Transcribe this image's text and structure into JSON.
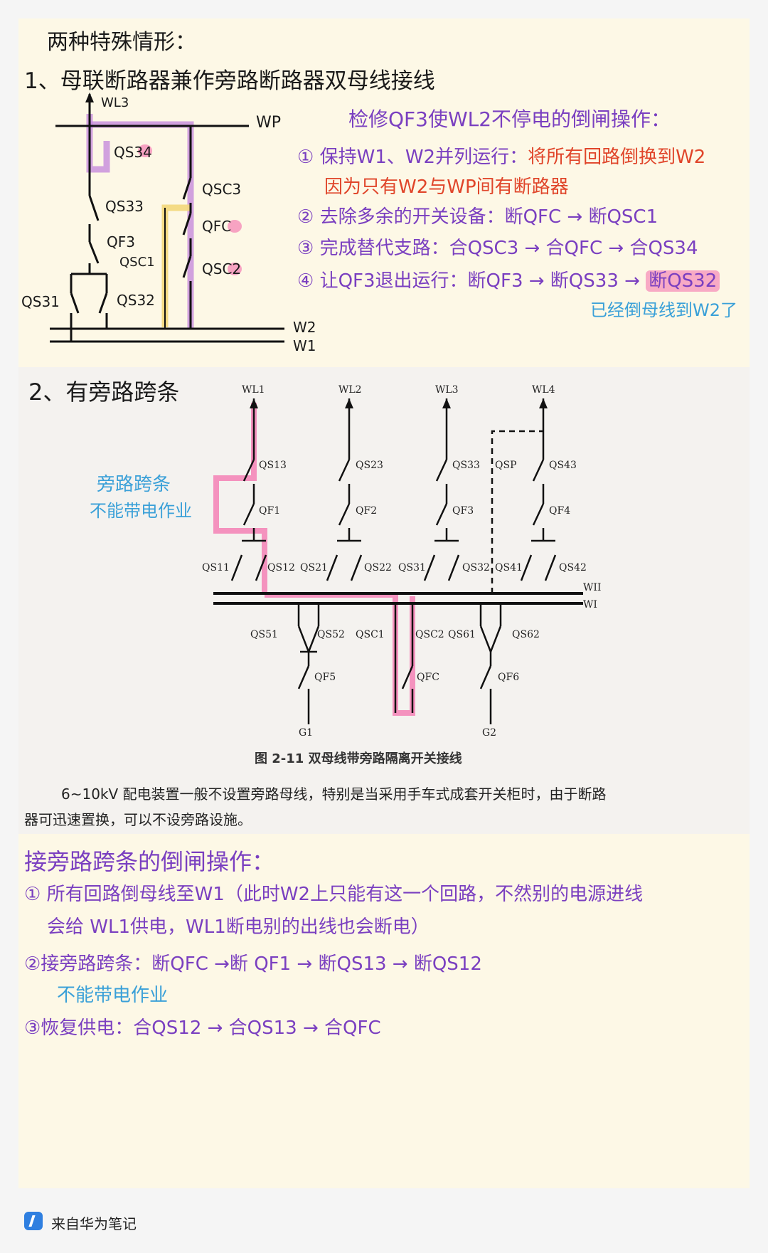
{
  "title": "两种特殊情形：",
  "section1": {
    "heading": "1、母联断路器兼作旁路断路器双母线接线",
    "labels": {
      "wl3": "WL3",
      "wp": "WP",
      "qs34": "QS34",
      "qs33": "QS33",
      "qf3": "QF3",
      "qsc1": "QSC1",
      "qsc3": "QSC3",
      "qfc": "QFC",
      "qsc2": "QSC2",
      "qs31": "QS31",
      "qs32": "QS32",
      "w2": "W2",
      "w1": "W1"
    },
    "notes_title": "检修QF3使WL2不停电的倒闸操作：",
    "step1_a": "① 保持W1、W2并列运行：",
    "step1_b": "将所有回路倒换到W2",
    "step1_c": "因为只有W2与WP间有断路器",
    "step2": "② 去除多余的开关设备：断QFC → 断QSC1",
    "step3": "③ 完成替代支路：合QSC3 → 合QFC → 合QS34",
    "step4_a": "④ 让QF3退出运行：断QF3 → 断QS33 →",
    "step4_b": "断QS32",
    "step4_note": "已经倒母线到W2了"
  },
  "section2": {
    "heading": "2、有旁路跨条",
    "annotation_1": "旁路跨条",
    "annotation_2": "不能带电作业",
    "labels": {
      "wl1": "WL1",
      "wl2": "WL2",
      "wl3": "WL3",
      "wl4": "WL4",
      "qs13": "QS13",
      "qs23": "QS23",
      "qs33": "QS33",
      "qsp": "QSP",
      "qs43": "QS43",
      "qf1": "QF1",
      "qf2": "QF2",
      "qf3": "QF3",
      "qf4": "QF4",
      "qs11": "QS11",
      "qs12": "QS12",
      "qs21": "QS21",
      "qs22": "QS22",
      "qs31": "QS31",
      "qs32": "QS32",
      "qs41": "QS41",
      "qs42": "QS42",
      "wii": "WII",
      "wi": "WI",
      "qs51": "QS51",
      "qs52": "QS52",
      "qsc1": "QSC1",
      "qsc2": "QSC2",
      "qs61": "QS61",
      "qs62": "QS62",
      "qf5": "QF5",
      "qfc": "QFC",
      "qf6": "QF6",
      "g1": "G1",
      "g2": "G2"
    },
    "caption": "图 2-11 双母线带旁路隔离开关接线",
    "para_1": "6~10kV 配电装置一般不设置旁路母线，特别是当采用手车式成套开关柜时，由于断路",
    "para_2": "器可迅速置换，可以不设旁路设施。"
  },
  "section3": {
    "heading": "接旁路跨条的倒闸操作：",
    "step1_a": "① 所有回路倒母线至W1（此时W2上只能有这一个回路，不然别的电源进线",
    "step1_b": "会给 WL1供电，WL1断电别的出线也会断电）",
    "step2_a": "②接旁路跨条：断QFC →断 QF1 → 断QS13 → 断QS12",
    "step2_b": "不能带电作业",
    "step3": "③恢复供电：合QS12 → 合QS13 → 合QFC"
  },
  "footer": {
    "text": "来自华为笔记"
  },
  "colors": {
    "paper": "#fdf8e6",
    "purple": "#7a3fc0",
    "red": "#e0452a",
    "blue": "#3aa0d8",
    "pink": "#f46aaa",
    "yellow": "#f3d77a"
  }
}
